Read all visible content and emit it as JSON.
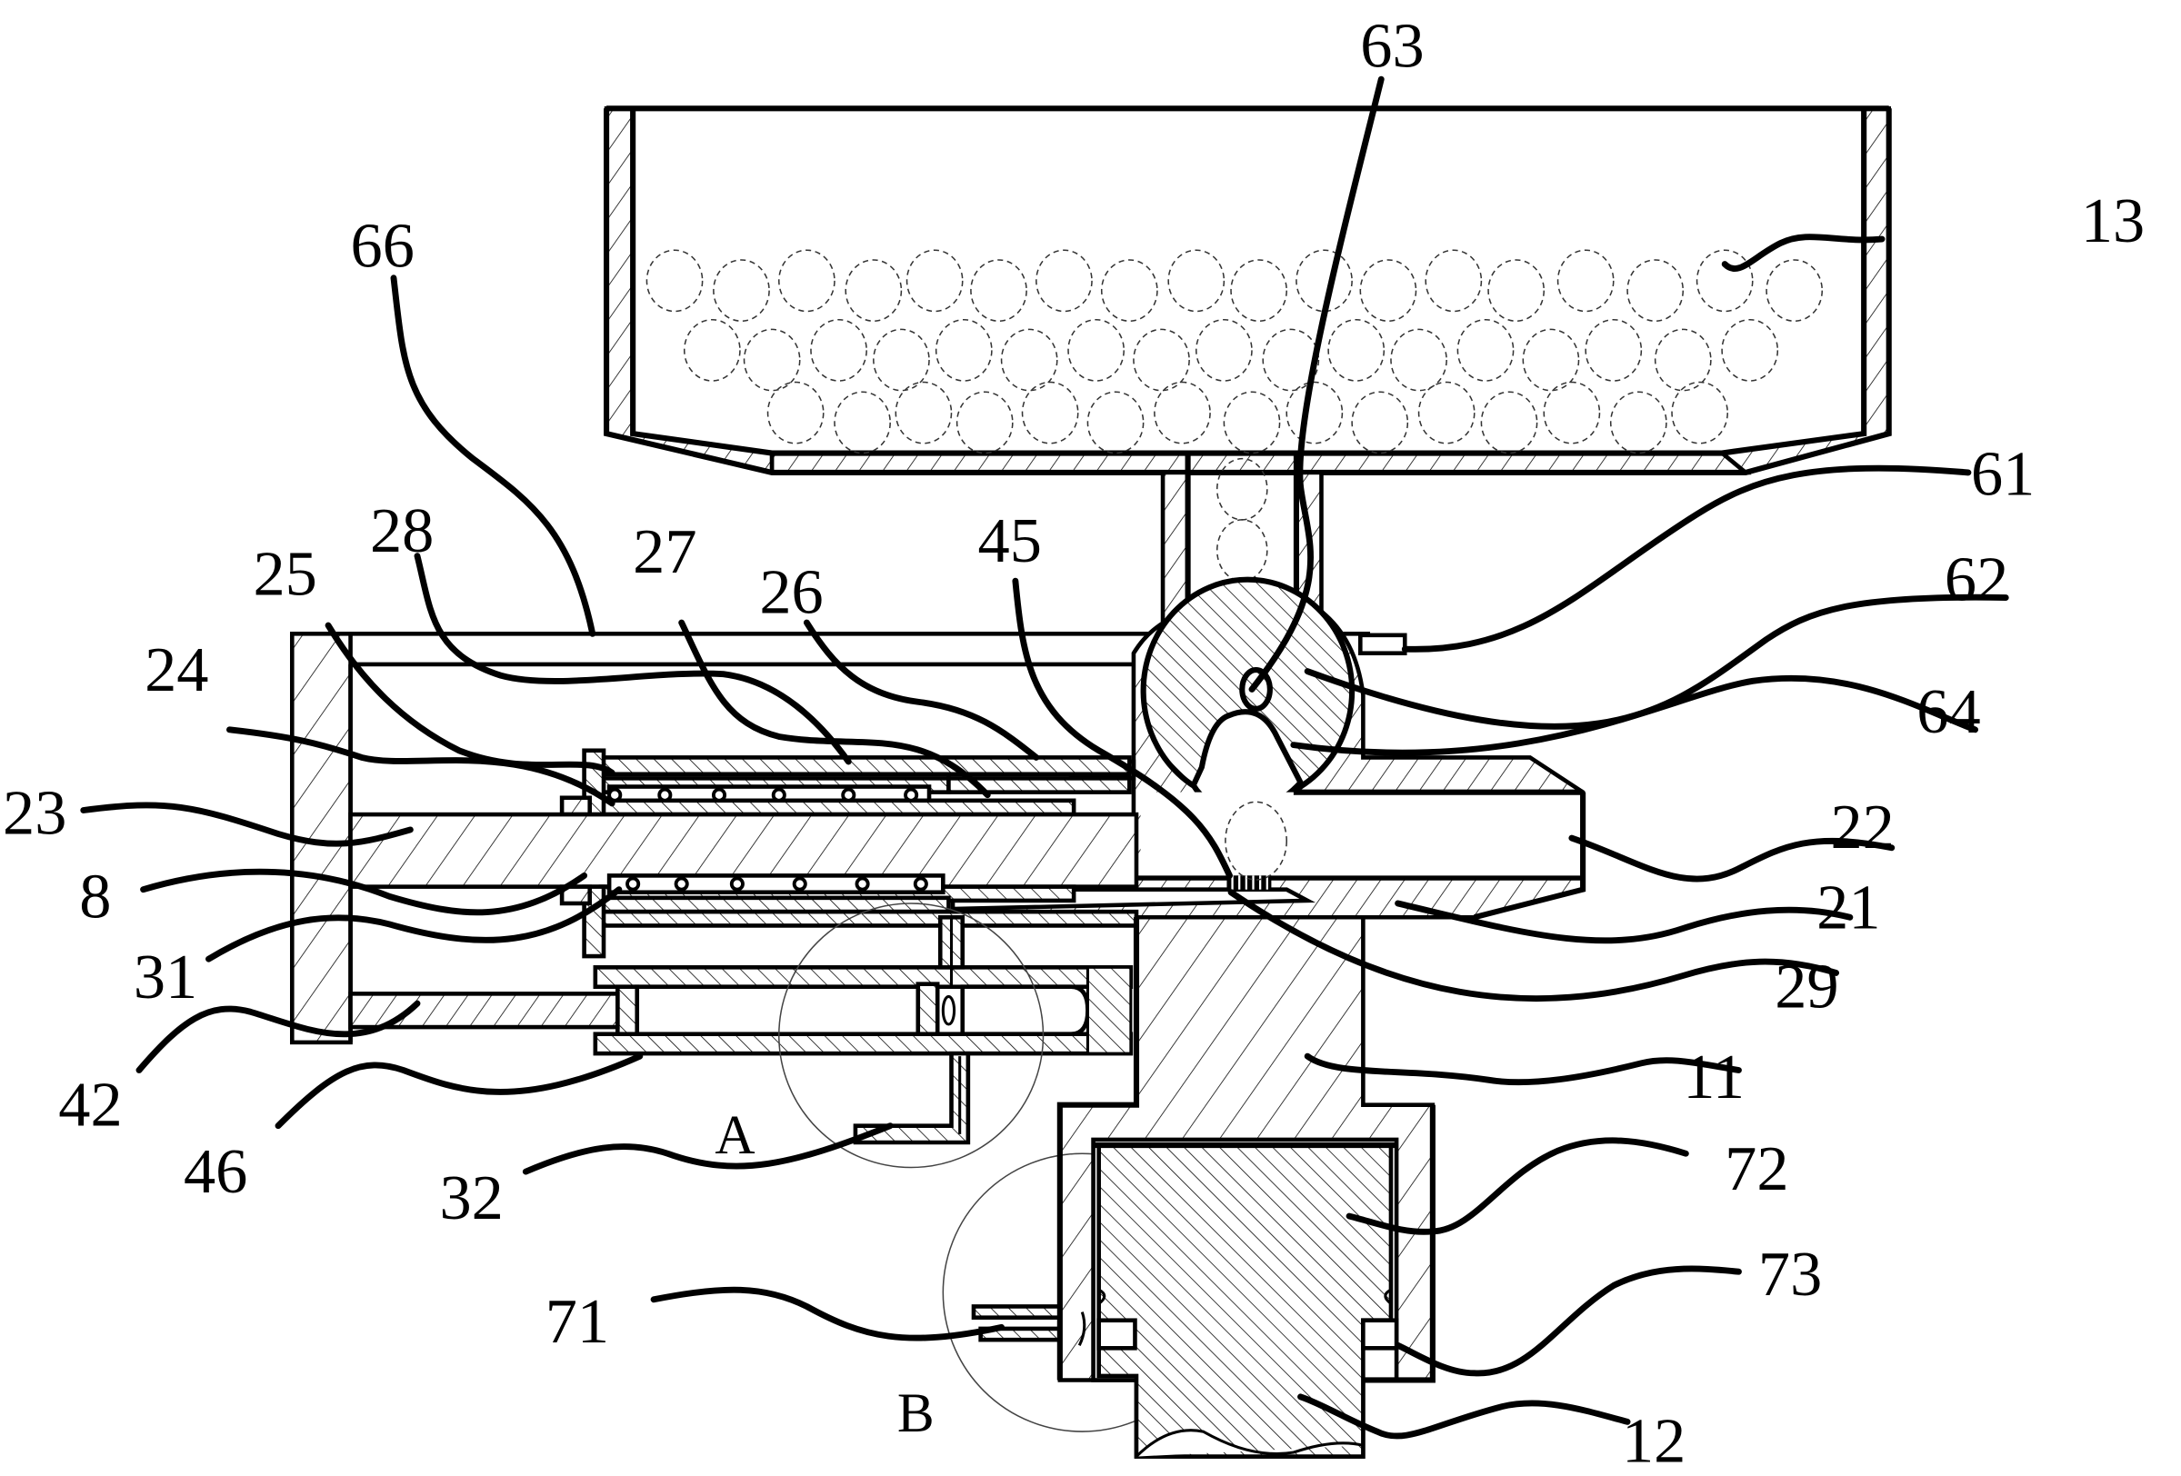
{
  "figure": {
    "type": "patent cross-section drawing",
    "components": [
      {
        "id": "hopper",
        "label": "13"
      },
      {
        "id": "feed-chute",
        "label": ""
      },
      {
        "id": "rotary-valve-housing",
        "label": "61"
      },
      {
        "id": "rotor",
        "label": "62"
      },
      {
        "id": "rotor-shaft",
        "label": "63"
      },
      {
        "id": "rotor-pocket",
        "label": "64"
      },
      {
        "id": "housing-top-channel",
        "label": "66"
      },
      {
        "id": "barrel-body",
        "label": "21"
      },
      {
        "id": "barrel-bore",
        "label": "22"
      },
      {
        "id": "piston-rod",
        "label": "23"
      },
      {
        "id": "end-cap",
        "label": "24"
      },
      {
        "id": "spring",
        "label": "25"
      },
      {
        "id": "inner-sleeve",
        "label": "26"
      },
      {
        "id": "outer-sleeve",
        "label": "27"
      },
      {
        "id": "sleeve-cover",
        "label": "28"
      },
      {
        "id": "rack-teeth",
        "label": "29"
      },
      {
        "id": "seal-ring",
        "label": "31"
      },
      {
        "id": "air-pipe",
        "label": "32"
      },
      {
        "id": "guide-plate",
        "label": "45"
      },
      {
        "id": "cylinder",
        "label": "46"
      },
      {
        "id": "cylinder-rod",
        "label": "42"
      },
      {
        "id": "rod-bushing",
        "label": "8"
      },
      {
        "id": "frame-column",
        "label": "11"
      },
      {
        "id": "handle",
        "label": "12"
      },
      {
        "id": "trigger-inlet",
        "label": "71"
      },
      {
        "id": "trigger-piston",
        "label": "72"
      },
      {
        "id": "trigger-seal",
        "label": "73"
      }
    ],
    "detail_markers": [
      "A",
      "B"
    ]
  },
  "labels": {
    "l63": "63",
    "l13": "13",
    "l66": "66",
    "l61": "61",
    "l62": "62",
    "l28": "28",
    "l25": "25",
    "l27": "27",
    "l26": "26",
    "l45": "45",
    "l64": "64",
    "l24": "24",
    "l23": "23",
    "l22": "22",
    "l8": "8",
    "l21": "21",
    "l31": "31",
    "l29": "29",
    "l42": "42",
    "l11": "11",
    "l46": "46",
    "l32": "32",
    "lA": "A",
    "l72": "72",
    "l73": "73",
    "l71": "71",
    "lB": "B",
    "l12": "12"
  }
}
